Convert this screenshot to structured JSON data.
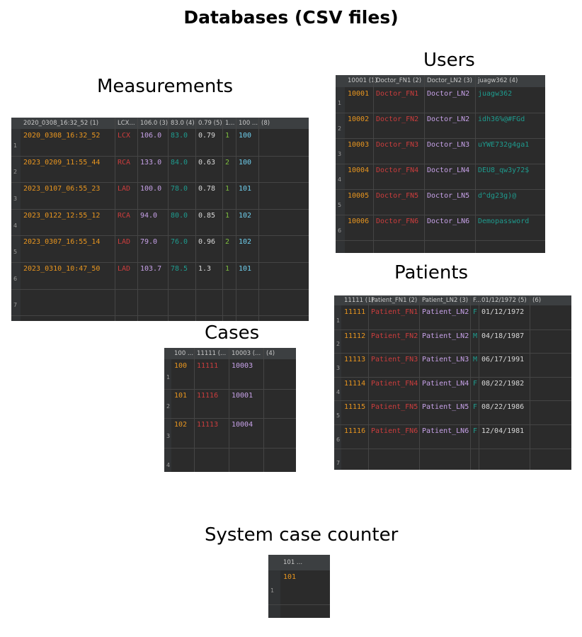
{
  "title": "Databases (CSV files)",
  "colors": {
    "orange": "#e9961f",
    "red": "#cc3d3d",
    "purple": "#c6a1e7",
    "teal": "#1e9b8e",
    "white": "#d8d8d8",
    "green": "#7fbf3f",
    "blue": "#6fcfee",
    "bg": "#2b2b2b"
  },
  "measurements": {
    "label": "Measurements",
    "headers": [
      "2020_0308_16:32_52 (1)",
      "LCX...",
      "106.0 (3)",
      "83.0 (4)",
      "0.79 (5)",
      "1...",
      "100 ...",
      "(8)"
    ],
    "row_numbers": [
      "1",
      "2",
      "3",
      "4",
      "5",
      "6",
      "7"
    ],
    "rows": [
      [
        "2020_0308_16:32_52",
        "LCX",
        "106.0",
        "83.0",
        "0.79",
        "1",
        "100"
      ],
      [
        "2023_0209_11:55_44",
        "RCA",
        "133.0",
        "84.0",
        "0.63",
        "2",
        "100"
      ],
      [
        "2023_0107_06:55_23",
        "LAD",
        "100.0",
        "78.0",
        "0.78",
        "1",
        "101"
      ],
      [
        "2023_0122_12:55_12",
        "RCA",
        "94.0",
        "80.0",
        "0.85",
        "1",
        "102"
      ],
      [
        "2023_0307_16:55_14",
        "LAD",
        "79.0",
        "76.0",
        "0.96",
        "2",
        "102"
      ],
      [
        "2023_0310_10:47_50",
        "LAD",
        "103.7",
        "78.5",
        "1.3",
        "1",
        "101"
      ]
    ]
  },
  "users": {
    "label": "Users",
    "headers": [
      "10001 (1)",
      "Doctor_FN1 (2)",
      "Doctor_LN2 (3)",
      "juagw362 (4)"
    ],
    "row_numbers": [
      "1",
      "2",
      "3",
      "4",
      "5",
      "6"
    ],
    "rows": [
      [
        "10001",
        "Doctor_FN1",
        "Doctor_LN2",
        "juagw362"
      ],
      [
        "10002",
        "Doctor_FN2",
        "Doctor_LN2",
        "idh36%@#FGd"
      ],
      [
        "10003",
        "Doctor_FN3",
        "Doctor_LN3",
        "uYWE732g4ga1"
      ],
      [
        "10004",
        "Doctor_FN4",
        "Doctor_LN4",
        "DEU8_qw3y72$"
      ],
      [
        "10005",
        "Doctor_FN5",
        "Doctor_LN5",
        "d^dg23g)@"
      ],
      [
        "10006",
        "Doctor_FN6",
        "Doctor_LN6",
        "Demopassword"
      ]
    ]
  },
  "patients": {
    "label": "Patients",
    "headers": [
      "11111 (1)",
      "Patient_FN1 (2)",
      "Patient_LN2 (3)",
      "F...",
      "01/12/1972 (5)",
      "(6)"
    ],
    "row_numbers": [
      "1",
      "2",
      "3",
      "4",
      "5",
      "6",
      "7"
    ],
    "rows": [
      [
        "11111",
        "Patient_FN1",
        "Patient_LN2",
        "F",
        "01/12/1972"
      ],
      [
        "11112",
        "Patient_FN2",
        "Patient_LN2",
        "M",
        "04/18/1987"
      ],
      [
        "11113",
        "Patient_FN3",
        "Patient_LN3",
        "M",
        "06/17/1991"
      ],
      [
        "11114",
        "Patient_FN4",
        "Patient_LN4",
        "F",
        "08/22/1982"
      ],
      [
        "11115",
        "Patient_FN5",
        "Patient_LN5",
        "F",
        "08/22/1986"
      ],
      [
        "11116",
        "Patient_FN6",
        "Patient_LN6",
        "F",
        "12/04/1981"
      ]
    ]
  },
  "cases": {
    "label": "Cases",
    "headers": [
      "100 ...",
      "11111 (...",
      "10003 (...",
      "(4)"
    ],
    "row_numbers": [
      "1",
      "2",
      "3",
      "4"
    ],
    "rows": [
      [
        "100",
        "11111",
        "10003"
      ],
      [
        "101",
        "11116",
        "10001"
      ],
      [
        "102",
        "11113",
        "10004"
      ]
    ]
  },
  "counter": {
    "label": "System case counter",
    "headers": [
      "101 ..."
    ],
    "row_numbers": [
      "1"
    ],
    "rows": [
      [
        "101"
      ]
    ]
  }
}
